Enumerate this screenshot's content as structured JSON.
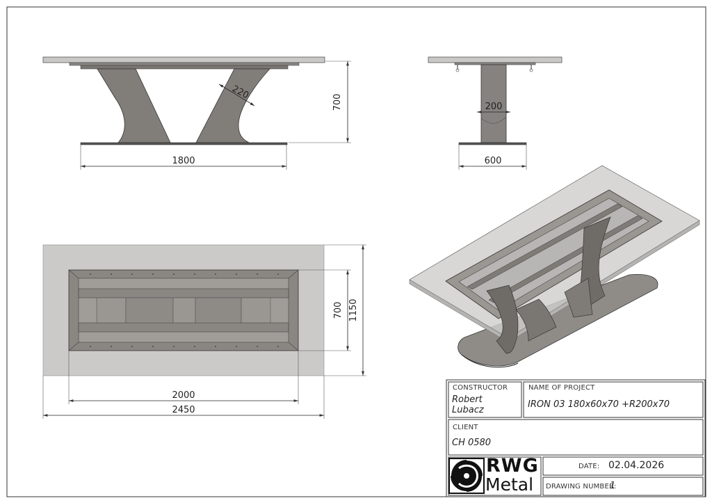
{
  "dimensions": {
    "front_width": "1800",
    "front_height": "700",
    "leg_thickness": "220",
    "side_width": "600",
    "side_leg": "200",
    "top_inner_length": "2000",
    "top_total_length": "2450",
    "top_inner_depth": "700",
    "top_total_depth": "1150"
  },
  "title_block": {
    "constructor_label": "CONSTRUCTOR",
    "constructor_name_line1": "Robert",
    "constructor_name_line2": "Lubacz",
    "project_label": "NAME OF PROJECT",
    "project_name": "IRON 03 180x60x70 +R200x70",
    "client_label": "CLIENT",
    "client_name": "CH 0580",
    "date_label": "DATE:",
    "date_value": "02.04.2026",
    "drawing_number_label": "DRAWING NUMBER:",
    "drawing_number_value": "1",
    "logo_line1": "RWG",
    "logo_line2": "Metal"
  },
  "colors": {
    "steel": "#7e7b77",
    "steel_dark": "#5d5a56",
    "glass": "#c8c7c5",
    "line": "#333333"
  }
}
